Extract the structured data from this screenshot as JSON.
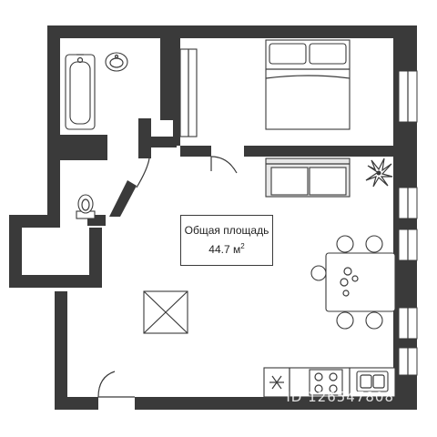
{
  "plan": {
    "area_label": "Общая площадь",
    "area_value": "44.7",
    "area_unit": "м",
    "area_unit_sup": "2"
  },
  "watermark": {
    "id_text": "ID 126547808"
  },
  "colors": {
    "wall": "#3a3a3a",
    "background": "#ffffff"
  },
  "icons": [
    "bathtub-icon",
    "sink-icon",
    "toilet-icon",
    "double-bed-icon",
    "sofa-icon",
    "plant-icon",
    "dining-table-icon",
    "stove-icon",
    "kitchen-sink-icon",
    "fridge-snowflake-icon"
  ]
}
